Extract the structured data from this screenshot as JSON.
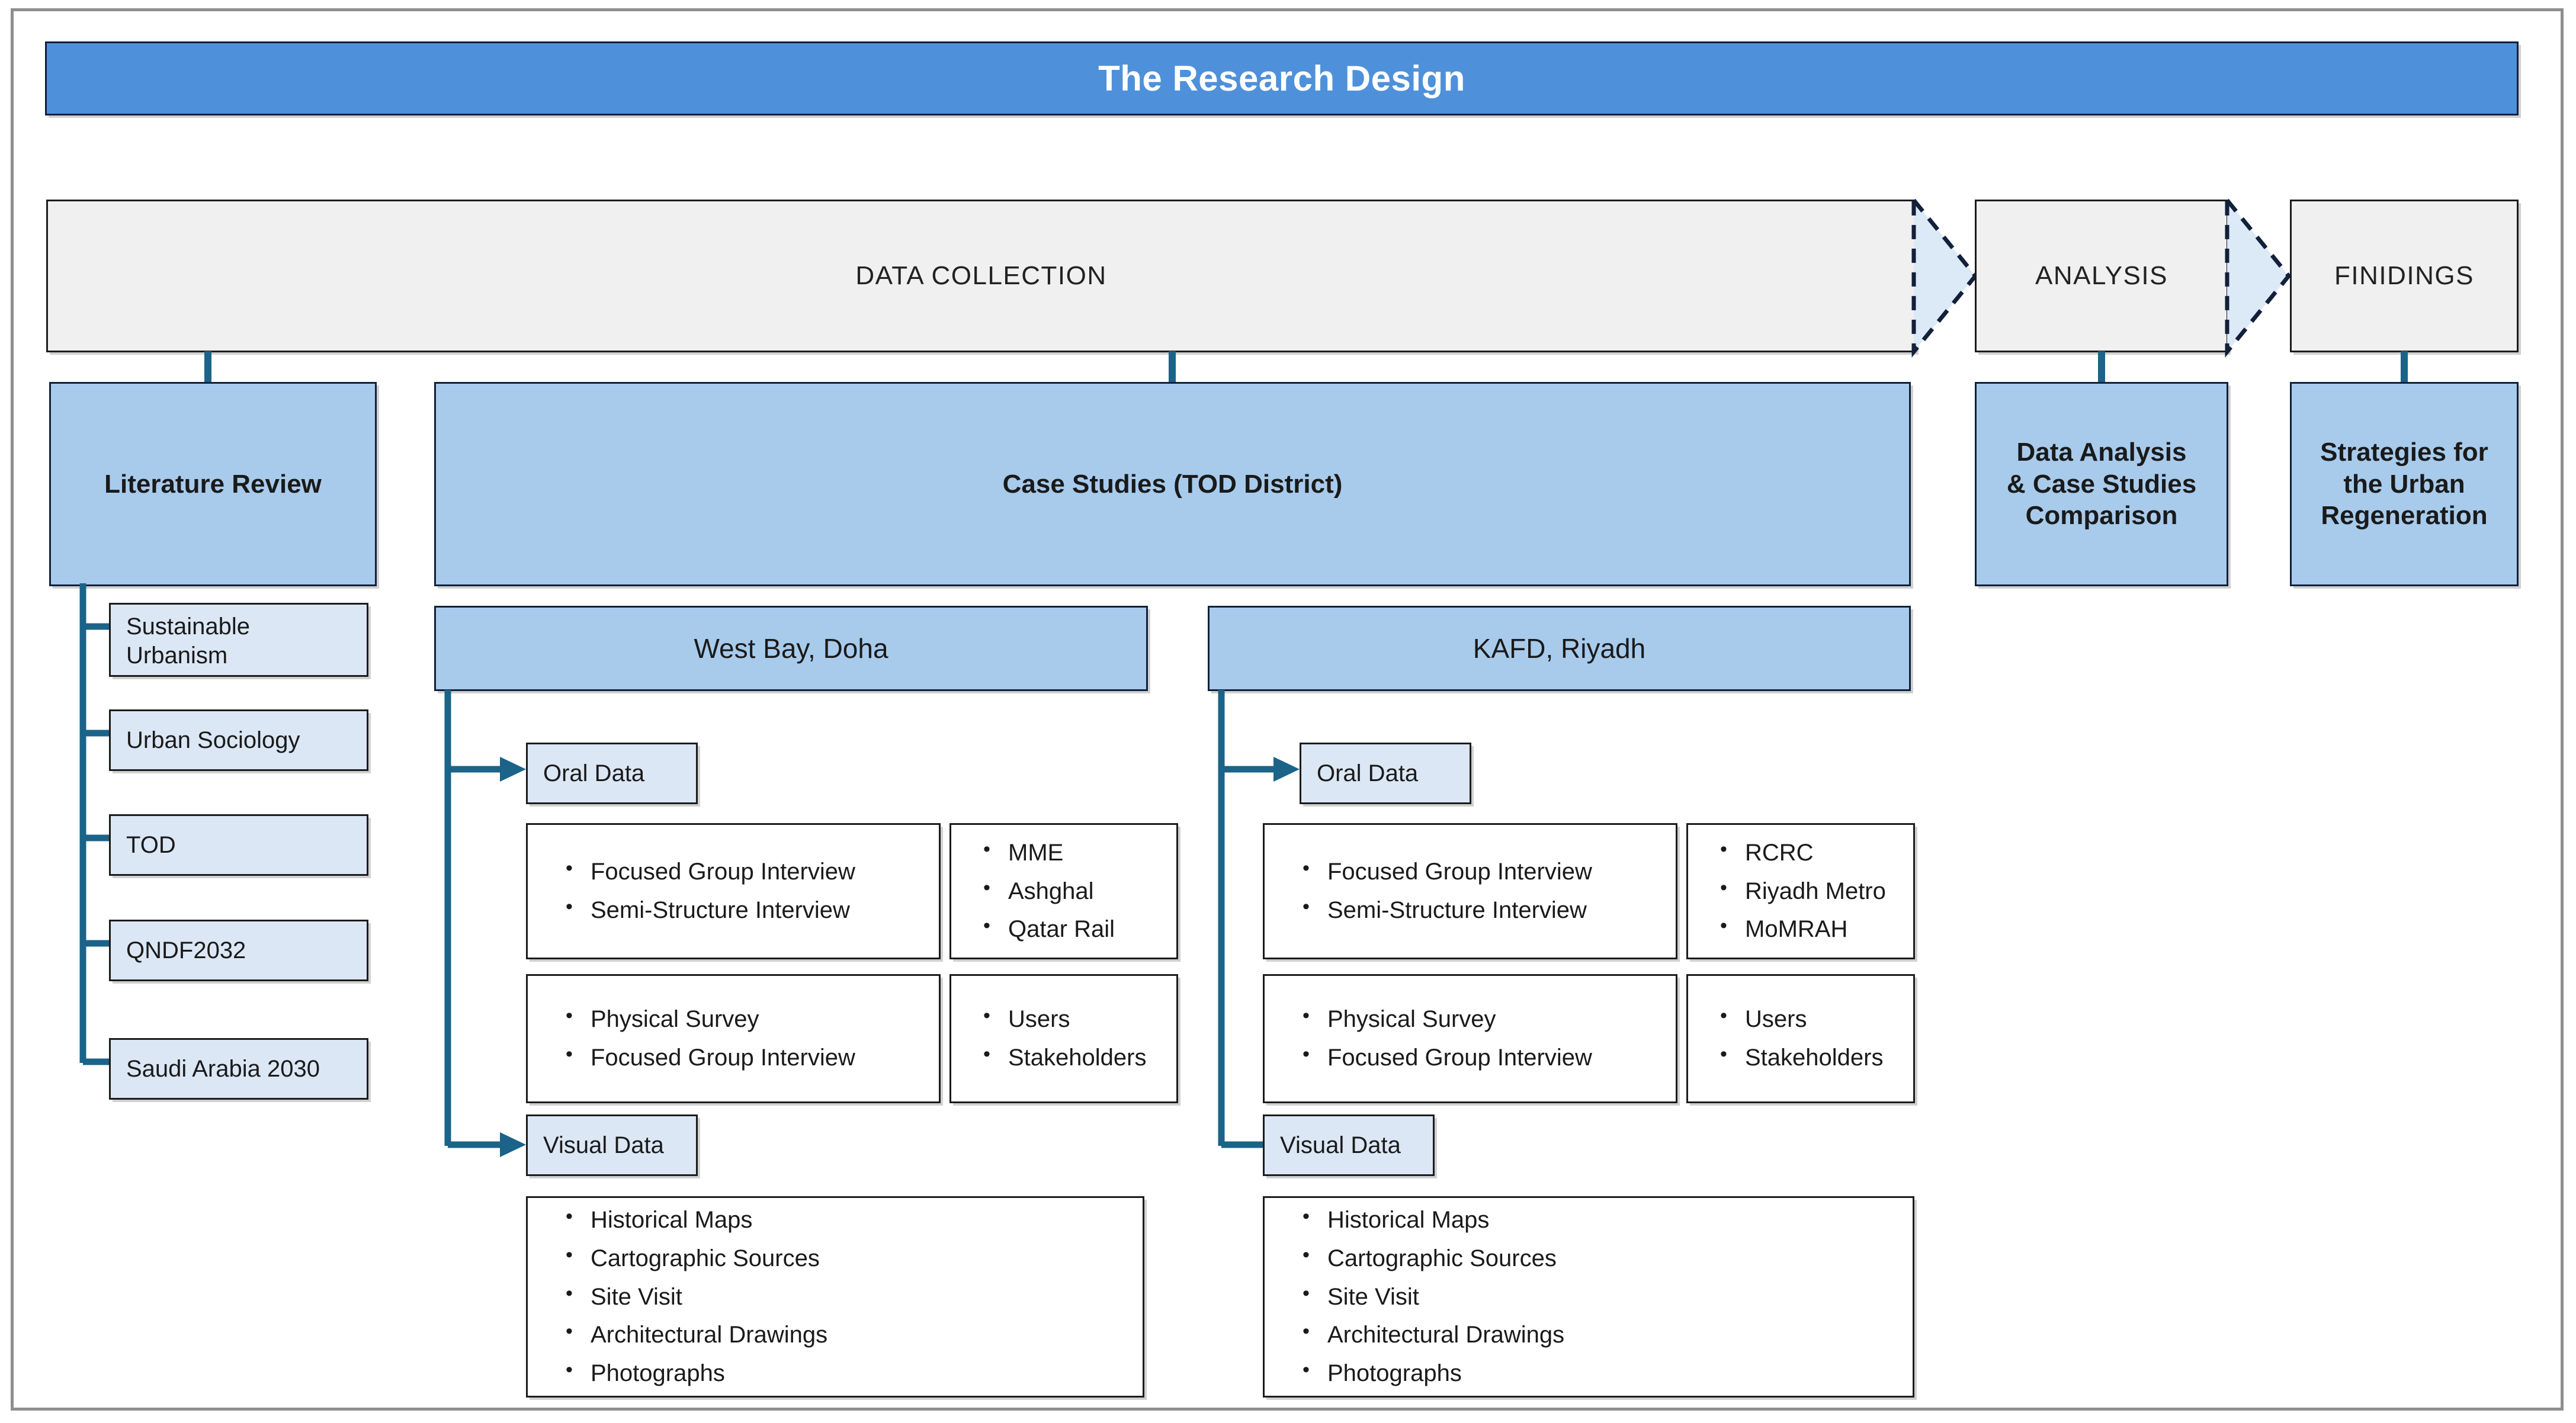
{
  "title": "The Research Design",
  "process": {
    "stages": [
      {
        "label": "DATA COLLECTION"
      },
      {
        "label": "ANALYSIS"
      },
      {
        "label": "FINIDINGS"
      }
    ]
  },
  "colors": {
    "title_blue": "#4e91da",
    "medium_blue": "#a8cbec",
    "light_blue": "#dbe7f5",
    "stage_grey": "#f0f0f0",
    "connector_teal": "#1b6388",
    "chevron_fill": "#dce9f7",
    "outline": "#12203a"
  },
  "literature_review": {
    "title": "Literature Review",
    "items": [
      {
        "label": "Sustainable Urbanism",
        "line1": "Sustainable",
        "line2": "Urbanism"
      },
      {
        "label": "Urban Sociology"
      },
      {
        "label": "TOD"
      },
      {
        "label": "QNDF2032"
      },
      {
        "label": "Saudi Arabia 2030"
      }
    ]
  },
  "case_studies": {
    "title": "Case Studies (TOD District)",
    "studies": [
      {
        "name": "West Bay, Doha",
        "oral_data": {
          "label": "Oral Data",
          "methods": [
            "Focused Group Interview",
            "Semi-Structure Interview"
          ],
          "sources": [
            "MME",
            "Ashghal",
            "Qatar Rail"
          ],
          "methods2": [
            "Physical Survey",
            "Focused Group Interview"
          ],
          "sources2": [
            "Users",
            "Stakeholders"
          ]
        },
        "visual_data": {
          "label": "Visual Data",
          "items": [
            "Historical Maps",
            "Cartographic Sources",
            "Site Visit",
            "Architectural Drawings",
            "Photographs"
          ]
        }
      },
      {
        "name": "KAFD,  Riyadh",
        "oral_data": {
          "label": "Oral Data",
          "methods": [
            "Focused Group Interview",
            "Semi-Structure Interview"
          ],
          "sources": [
            "RCRC",
            "Riyadh Metro",
            "MoMRAH"
          ],
          "methods2": [
            "Physical Survey",
            "Focused Group Interview"
          ],
          "sources2": [
            "Users",
            "Stakeholders"
          ]
        },
        "visual_data": {
          "label": "Visual Data",
          "items": [
            "Historical Maps",
            "Cartographic Sources",
            "Site Visit",
            "Architectural Drawings",
            "Photographs"
          ]
        }
      }
    ]
  },
  "outcomes": [
    {
      "line1": "Data Analysis",
      "line2": "& Case Studies",
      "line3": "Comparison"
    },
    {
      "line1": "Strategies for",
      "line2": "the Urban",
      "line3": "Regeneration"
    }
  ]
}
